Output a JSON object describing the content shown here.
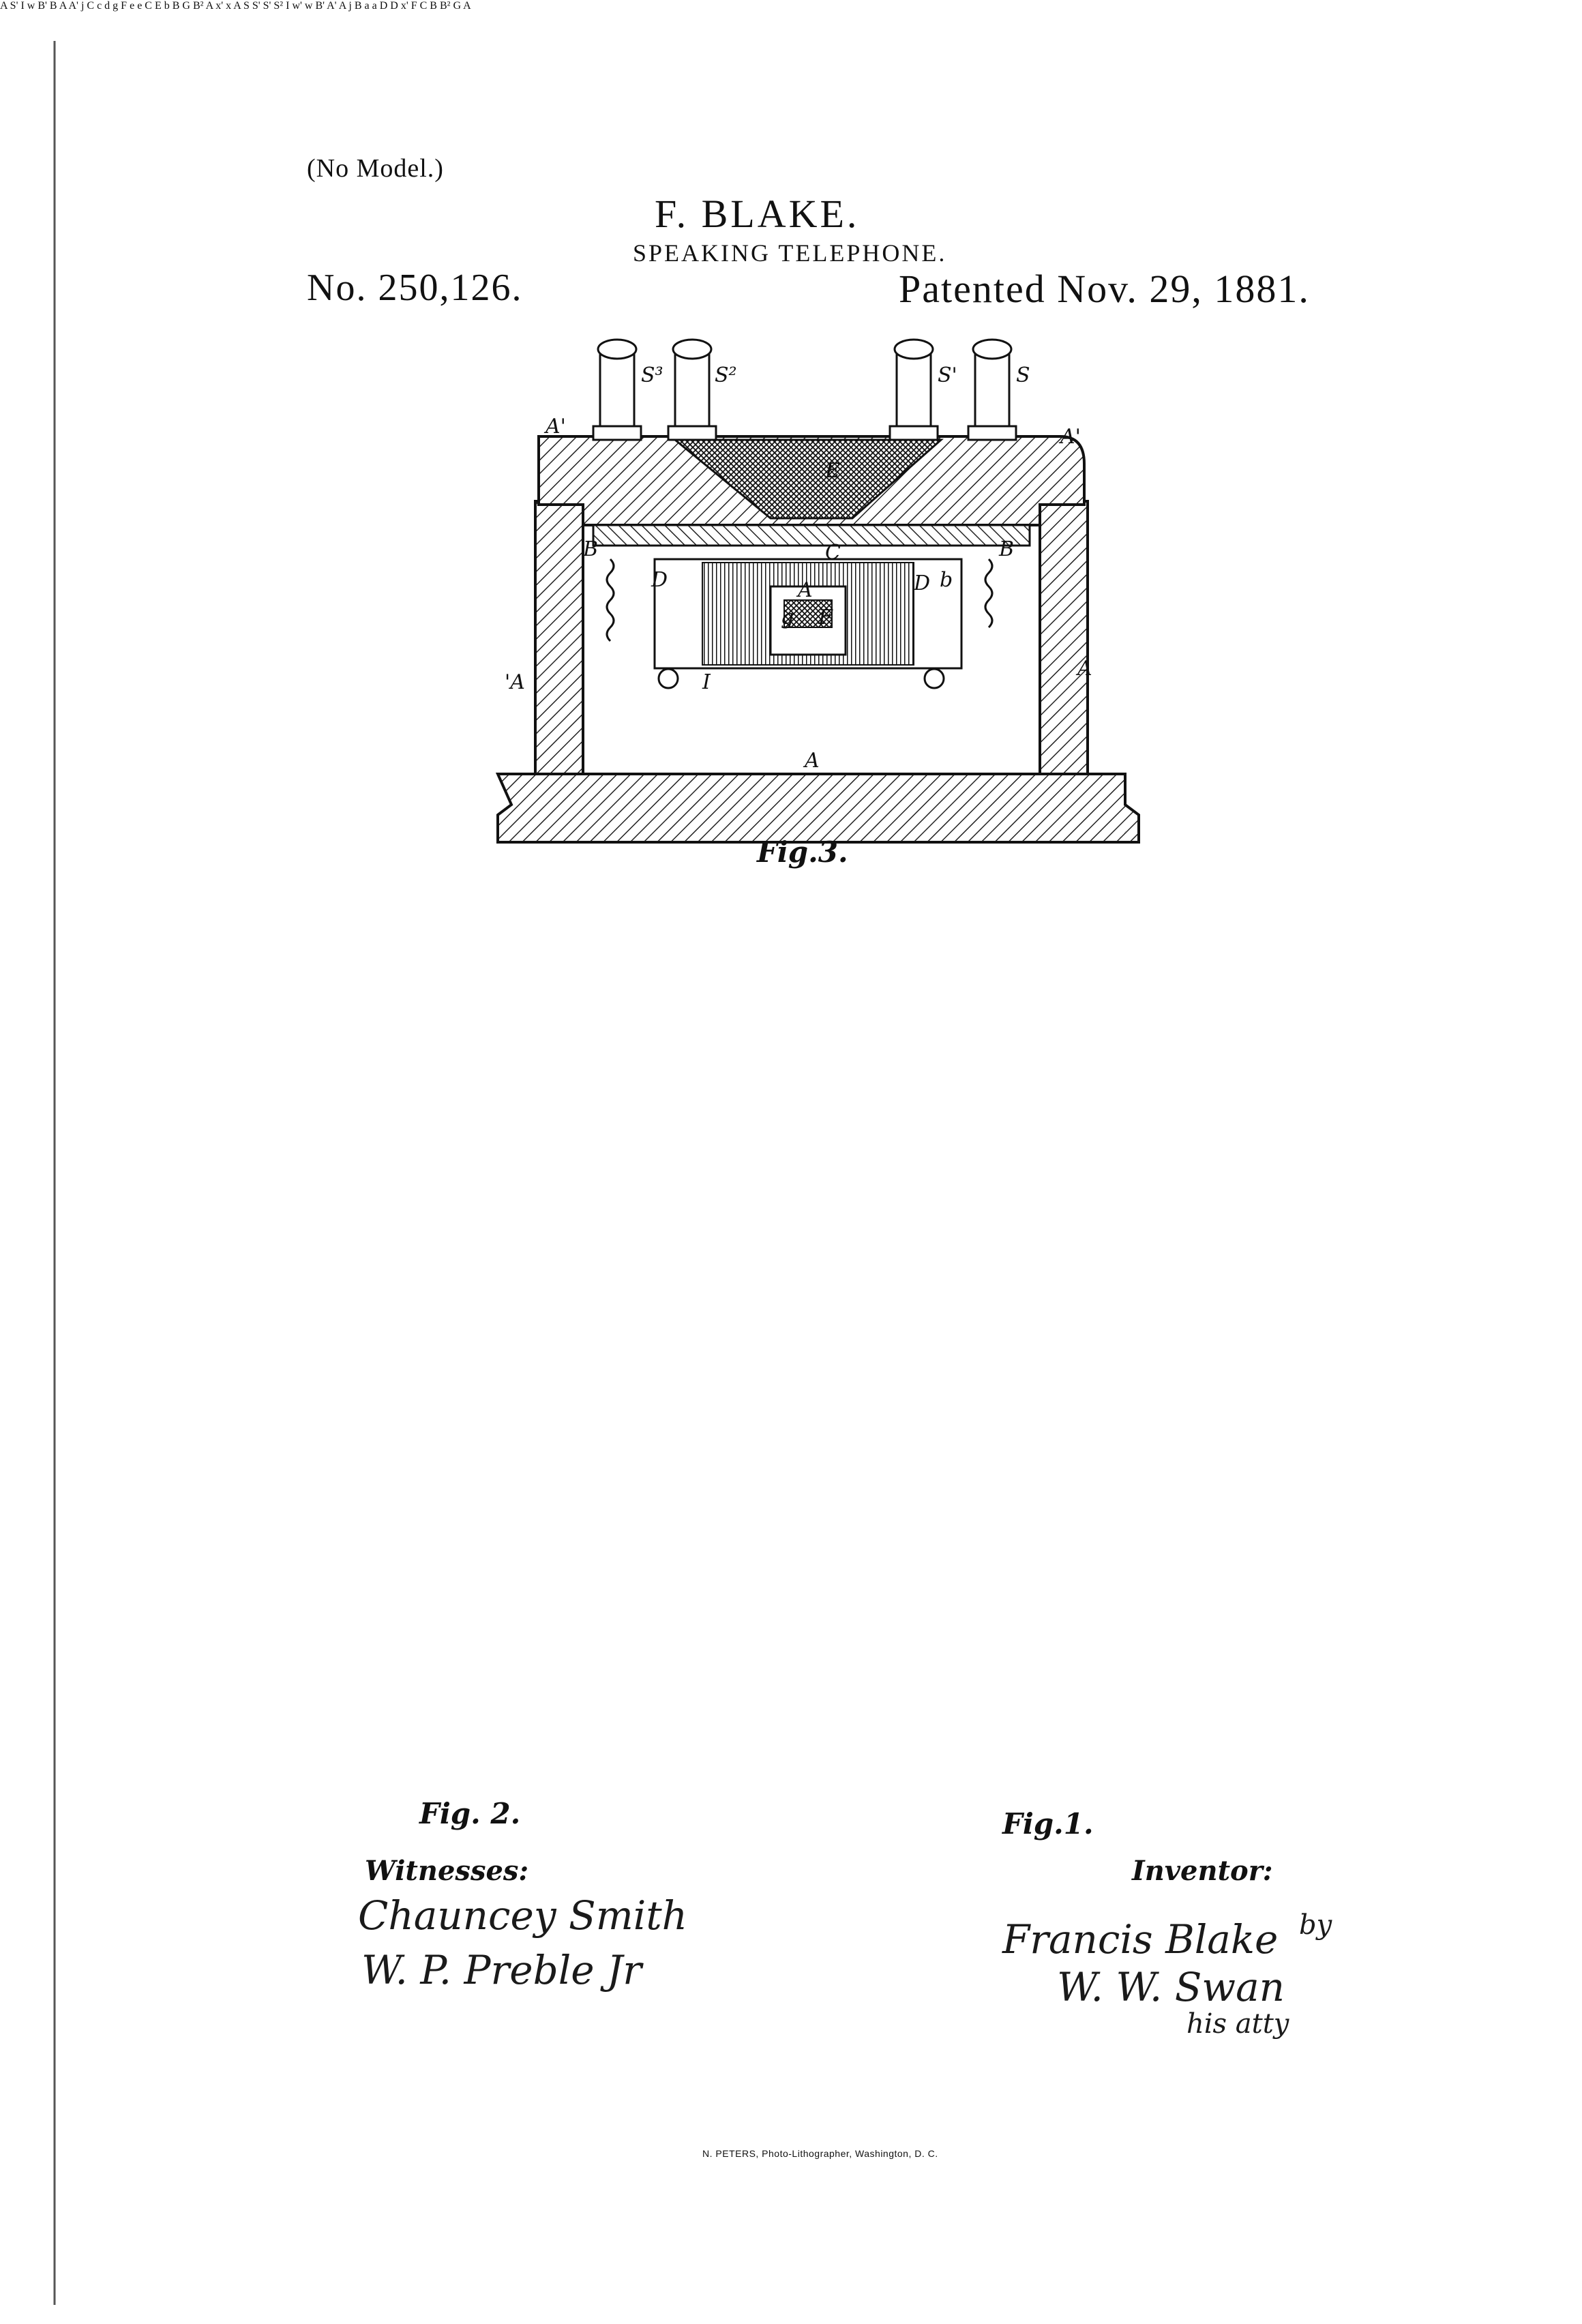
{
  "header": {
    "no_model": "(No Model.)",
    "inventor_name": "F. BLAKE.",
    "title": "SPEAKING TELEPHONE.",
    "patent_number": "No. 250,126.",
    "patented_date": "Patented Nov. 29, 1881."
  },
  "figures": {
    "fig3_caption": "Fig.3.",
    "fig2_caption": "Fig. 2.",
    "fig1_caption": "Fig.1."
  },
  "labels": {
    "A": "A",
    "A_prime": "A'",
    "B": "B",
    "B_prime": "B'",
    "B2": "B²",
    "C": "C",
    "c": "c",
    "D": "D",
    "E": "E",
    "F": "F",
    "G": "G",
    "I": "I",
    "a": "a",
    "b": "b",
    "d": "d",
    "e": "e",
    "g": "g",
    "j": "j",
    "w": "w",
    "w_prime": "w'",
    "x": "x",
    "x_prime": "x'",
    "S": "S",
    "S_prime": "S'",
    "S2": "S²",
    "S3": "S³"
  },
  "witnesses": {
    "label": "Witnesses:",
    "names": [
      "Chauncey Smith",
      "W. P. Preble Jr"
    ]
  },
  "inventor": {
    "label": "Inventor:",
    "signature": "Francis Blake",
    "by": "by",
    "attorney": "W. W. Swan",
    "attorney_note": "his atty"
  },
  "credit": "N. PETERS, Photo-Lithographer, Washington, D. C."
}
